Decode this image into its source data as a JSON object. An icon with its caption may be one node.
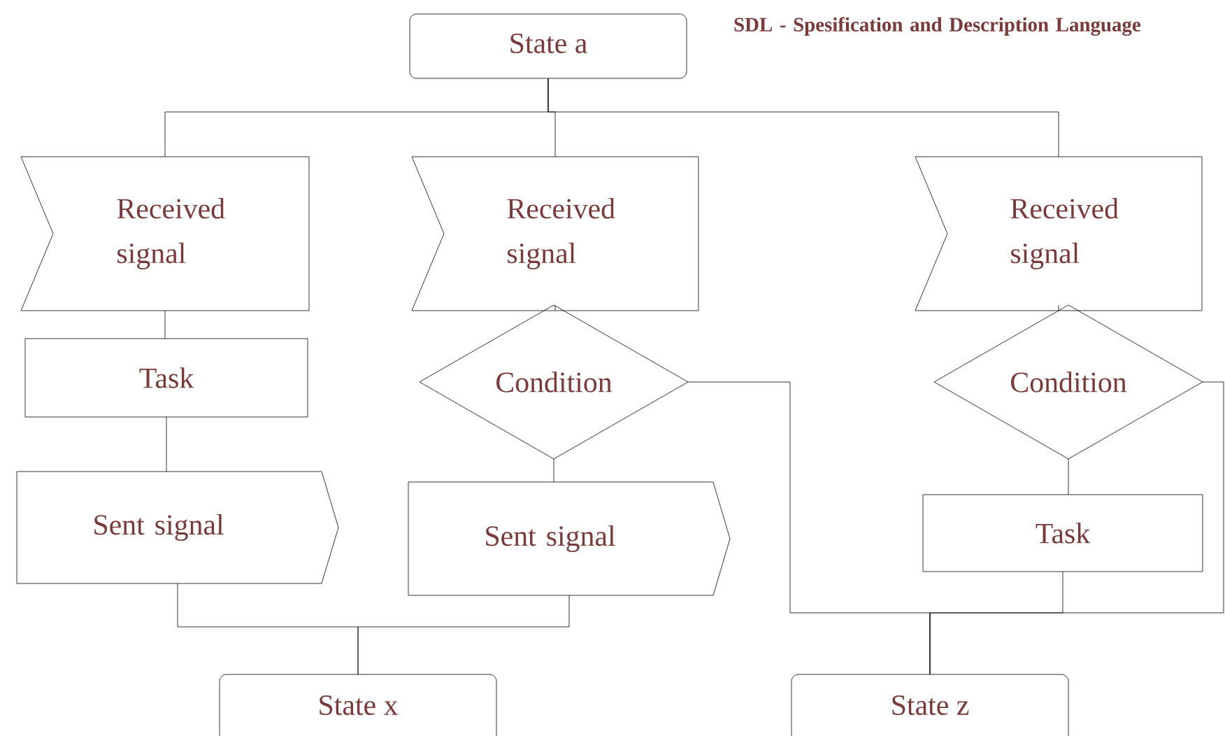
{
  "diagram": {
    "title": "SDL - Spesification and Description Language",
    "nodes": [
      {
        "text": [
          "State a"
        ]
      },
      {
        "text": [
          "Received signal"
        ]
      },
      {
        "text": [
          "Received signal"
        ]
      },
      {
        "text": [
          "Received signal"
        ]
      },
      {
        "text": [
          "Task"
        ]
      },
      {
        "text": [
          "Condition"
        ]
      },
      {
        "text": [
          "Sent signal"
        ]
      },
      {
        "text": [
          "Sent signal"
        ]
      },
      {
        "text": [
          "Condition"
        ]
      },
      {
        "text": [
          "Task"
        ]
      },
      {
        "text": [
          "State x"
        ]
      },
      {
        "text": [
          "State z"
        ]
      }
    ],
    "edges": [
      {
        "from": 0,
        "to": 1,
        "arrow": "none"
      },
      {
        "from": 0,
        "to": 2,
        "arrow": "none"
      },
      {
        "from": 0,
        "to": 3,
        "arrow": "none"
      },
      {
        "from": 1,
        "to": 4,
        "arrow": "none"
      },
      {
        "from": 4,
        "to": 6,
        "arrow": "none"
      },
      {
        "from": 2,
        "to": 5,
        "arrow": "none"
      },
      {
        "from": 5,
        "to": 7,
        "arrow": "none"
      },
      {
        "from": 3,
        "to": 8,
        "arrow": "none"
      },
      {
        "from": 8,
        "to": 9,
        "arrow": "none"
      },
      {
        "from": 6,
        "to": 10,
        "arrow": "none"
      },
      {
        "from": 7,
        "to": 10,
        "arrow": "none"
      },
      {
        "from": 5,
        "to": 11,
        "arrow": "none"
      },
      {
        "from": 9,
        "to": 11,
        "arrow": "none"
      },
      {
        "from": 8,
        "to": 11,
        "arrow": "none"
      }
    ]
  }
}
